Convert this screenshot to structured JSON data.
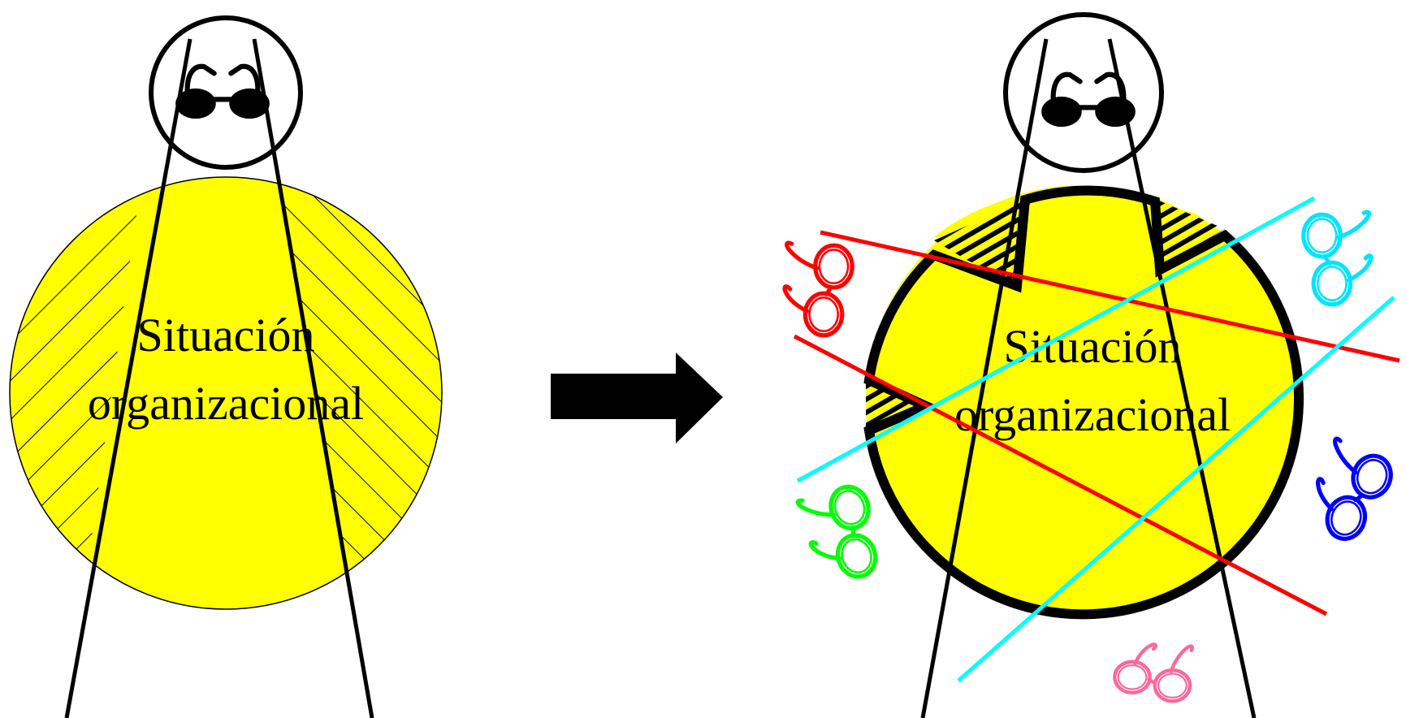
{
  "left_panel": {
    "label_line1": "Situación",
    "label_line2": "organizacional"
  },
  "right_panel": {
    "label_line1": "Situación",
    "label_line2": "organizacional"
  },
  "colors": {
    "situation_fill": "#ffff00",
    "outline": "#000000",
    "red_line": "#ff0000",
    "cyan_line": "#00ffff",
    "glasses_red": "#ff0000",
    "glasses_cyan": "#00e5ff",
    "glasses_green": "#00ff00",
    "glasses_blue": "#0000ff",
    "glasses_pink": "#ff6699"
  }
}
